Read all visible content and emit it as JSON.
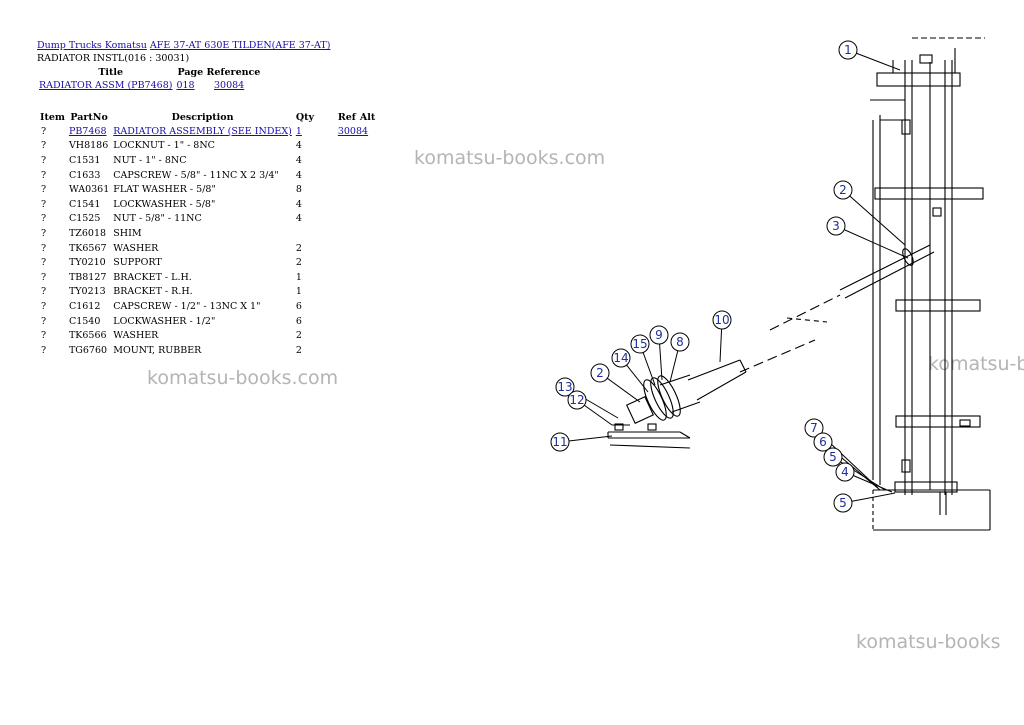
{
  "breadcrumb": {
    "link1": "Dump Trucks Komatsu",
    "link2": "AFE 37-AT 630E TILDEN(AFE 37-AT)"
  },
  "subtitle": "RADIATOR INSTL(016 : 30031)",
  "reference": {
    "headers": [
      "Title",
      "Page Reference"
    ],
    "title": "RADIATOR ASSM (PB7468)",
    "page": "018",
    "ref": "30084"
  },
  "parts": {
    "headers": [
      "Item",
      "PartNo",
      "Description",
      "Qty",
      "Ref",
      "Alt"
    ],
    "rows": [
      {
        "item": "?",
        "partno": "PB7468",
        "desc": "RADIATOR ASSEMBLY (SEE INDEX)",
        "qty": "1",
        "alt": "30084"
      },
      {
        "item": "?",
        "partno": "VH8186",
        "desc": "LOCKNUT - 1\" - 8NC",
        "qty": "4",
        "alt": ""
      },
      {
        "item": "?",
        "partno": "C1531",
        "desc": "NUT - 1\" - 8NC",
        "qty": "4",
        "alt": ""
      },
      {
        "item": "?",
        "partno": "C1633",
        "desc": "CAPSCREW - 5/8\" - 11NC X 2  3/4\"",
        "qty": "4",
        "alt": ""
      },
      {
        "item": "?",
        "partno": "WA0361",
        "desc": "FLAT WASHER - 5/8\"",
        "qty": "8",
        "alt": ""
      },
      {
        "item": "?",
        "partno": "C1541",
        "desc": "LOCKWASHER - 5/8\"",
        "qty": "4",
        "alt": ""
      },
      {
        "item": "?",
        "partno": "C1525",
        "desc": "NUT - 5/8\" - 11NC",
        "qty": "4",
        "alt": ""
      },
      {
        "item": "?",
        "partno": "TZ6018",
        "desc": "SHIM",
        "qty": "",
        "alt": ""
      },
      {
        "item": "?",
        "partno": "TK6567",
        "desc": "WASHER",
        "qty": "2",
        "alt": ""
      },
      {
        "item": "?",
        "partno": "TY0210",
        "desc": "SUPPORT",
        "qty": "2",
        "alt": ""
      },
      {
        "item": "?",
        "partno": "TB8127",
        "desc": "BRACKET - L.H.",
        "qty": "1",
        "alt": ""
      },
      {
        "item": "?",
        "partno": "TY0213",
        "desc": "BRACKET - R.H.",
        "qty": "1",
        "alt": ""
      },
      {
        "item": "?",
        "partno": "C1612",
        "desc": "CAPSCREW - 1/2\" - 13NC X 1\"",
        "qty": "6",
        "alt": ""
      },
      {
        "item": "?",
        "partno": "C1540",
        "desc": "LOCKWASHER - 1/2\"",
        "qty": "6",
        "alt": ""
      },
      {
        "item": "?",
        "partno": "TK6566",
        "desc": "WASHER",
        "qty": "2",
        "alt": ""
      },
      {
        "item": "?",
        "partno": "TG6760",
        "desc": "MOUNT, RUBBER",
        "qty": "2",
        "alt": ""
      }
    ]
  },
  "watermarks": [
    "komatsu-books.com",
    "komatsu-books.com",
    "komatsu-b",
    "komatsu-books"
  ],
  "callouts": [
    "1",
    "2",
    "3",
    "15",
    "9",
    "8",
    "10",
    "14",
    "2",
    "13",
    "12",
    "11",
    "7",
    "6",
    "5",
    "4",
    "5"
  ]
}
